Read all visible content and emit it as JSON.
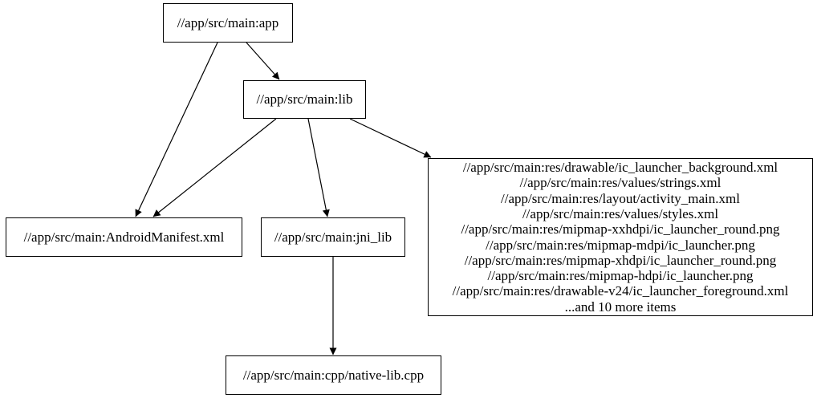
{
  "diagram": {
    "kind": "build-target dependency graph",
    "colors": {
      "background": "#ffffff",
      "node_border": "#000000",
      "text": "#000000",
      "edge": "#000000"
    },
    "nodes": {
      "app": {
        "label": "//app/src/main:app"
      },
      "lib": {
        "label": "//app/src/main:lib"
      },
      "manifest": {
        "label": "//app/src/main:AndroidManifest.xml"
      },
      "jni_lib": {
        "label": "//app/src/main:jni_lib"
      },
      "cpp": {
        "label": "//app/src/main:cpp/native-lib.cpp"
      },
      "resources": {
        "lines": [
          "//app/src/main:res/drawable/ic_launcher_background.xml",
          "//app/src/main:res/values/strings.xml",
          "//app/src/main:res/layout/activity_main.xml",
          "//app/src/main:res/values/styles.xml",
          "//app/src/main:res/mipmap-xxhdpi/ic_launcher_round.png",
          "//app/src/main:res/mipmap-mdpi/ic_launcher.png",
          "//app/src/main:res/mipmap-xhdpi/ic_launcher_round.png",
          "//app/src/main:res/mipmap-hdpi/ic_launcher.png",
          "//app/src/main:res/drawable-v24/ic_launcher_foreground.xml",
          "...and 10 more items"
        ]
      }
    },
    "edges": [
      {
        "from": "app",
        "to": "lib"
      },
      {
        "from": "app",
        "to": "manifest"
      },
      {
        "from": "lib",
        "to": "manifest"
      },
      {
        "from": "lib",
        "to": "jni_lib"
      },
      {
        "from": "lib",
        "to": "resources"
      },
      {
        "from": "jni_lib",
        "to": "cpp"
      }
    ]
  }
}
